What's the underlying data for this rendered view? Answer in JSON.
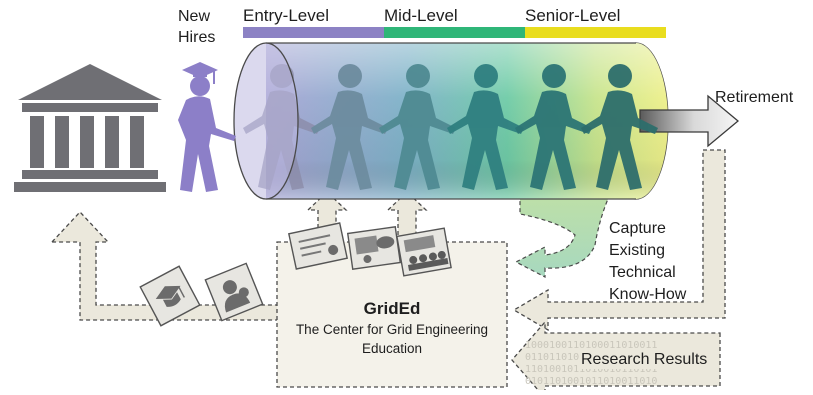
{
  "labels": {
    "new_hires": "New Hires",
    "entry_level": "Entry-Level",
    "mid_level": "Mid-Level",
    "senior_level": "Senior-Level",
    "retirement": "Retirement",
    "capture_knowhow": "Capture Existing Technical Know-How",
    "research_results": "Research Results",
    "center_name": "GridEd",
    "center_full_name": "The Center for Grid Engineering Education"
  },
  "binary_rows": [
    "1000100110100011010011",
    "0110110101100101101011",
    "1101001011010010110101",
    "0101101001011010011010"
  ],
  "colors": {
    "entry_level": "#8c82c4",
    "mid_level": "#2fb678",
    "senior_level": "#e9dd1e",
    "new_hire_figure": "#8c7fc8",
    "building": "#6f6f74",
    "box_fill": "#f4f2ea",
    "arrow_fill": "#ebe8dc"
  },
  "icons": [
    "building-icon",
    "graduation-cap-icon",
    "diploma-icon",
    "webinar-icon",
    "classroom-icon",
    "user-icon"
  ]
}
